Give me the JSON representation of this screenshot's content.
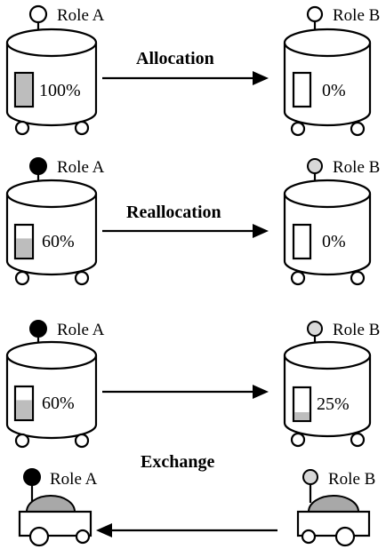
{
  "colors": {
    "ink": "#000000",
    "role_a_dot": "#000000",
    "role_b_dot": "#d8d8d8",
    "level_fill": "#bdbdbd",
    "cart_dome": "#a8a8a8"
  },
  "rows": [
    {
      "action": "Allocation",
      "left": {
        "role": "Role A",
        "percent_label": "100%",
        "level": 1.0
      },
      "right": {
        "role": "Role B",
        "percent_label": "0%",
        "level": 0.0
      },
      "arrow": "right"
    },
    {
      "action": "Reallocation",
      "left": {
        "role": "Role A",
        "percent_label": "60%",
        "level": 0.6
      },
      "right": {
        "role": "Role B",
        "percent_label": "0%",
        "level": 0.0
      },
      "arrow": "right"
    },
    {
      "action": "",
      "left": {
        "role": "Role A",
        "percent_label": "60%",
        "level": 0.6
      },
      "right": {
        "role": "Role B",
        "percent_label": "25%",
        "level": 0.25
      },
      "arrow": "right"
    },
    {
      "action": "Exchange",
      "left": {
        "role": "Role A",
        "kind": "cart"
      },
      "right": {
        "role": "Role B",
        "kind": "cart"
      },
      "arrow": "left"
    }
  ]
}
